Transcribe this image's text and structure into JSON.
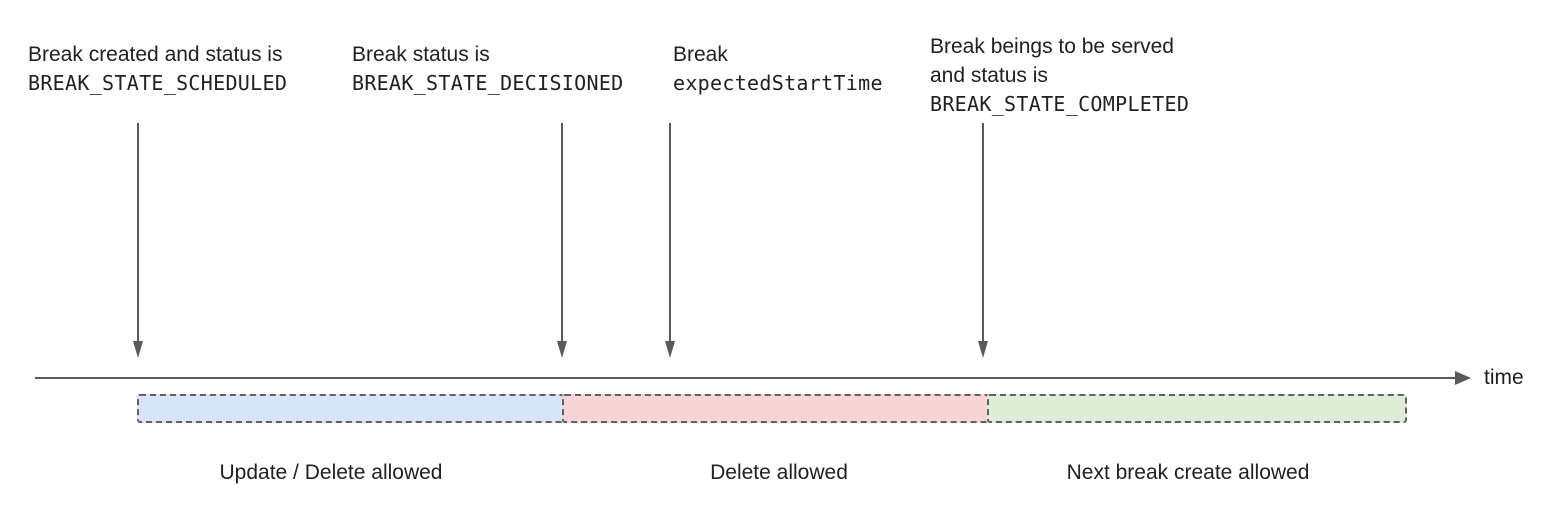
{
  "annotations": [
    {
      "line1": "Break created and status is",
      "line2": "BREAK_STATE_SCHEDULED"
    },
    {
      "line1": "Break status is",
      "line2": "BREAK_STATE_DECISIONED"
    },
    {
      "line1": "Break",
      "line2": "expectedStartTime"
    },
    {
      "line1": "Break beings to be served",
      "line2": "and status is",
      "line3": "BREAK_STATE_COMPLETED"
    }
  ],
  "timeline": {
    "axis_label": "time"
  },
  "segments": [
    {
      "label": "Update / Delete allowed",
      "color": "#d8e5f6"
    },
    {
      "label": "Delete allowed",
      "color": "#f7d4d6"
    },
    {
      "label": "Next break create allowed",
      "color": "#dfecd8"
    }
  ],
  "colors": {
    "arrow_gray": "#595959",
    "dashed_border": "#616161",
    "text": "#212121"
  }
}
